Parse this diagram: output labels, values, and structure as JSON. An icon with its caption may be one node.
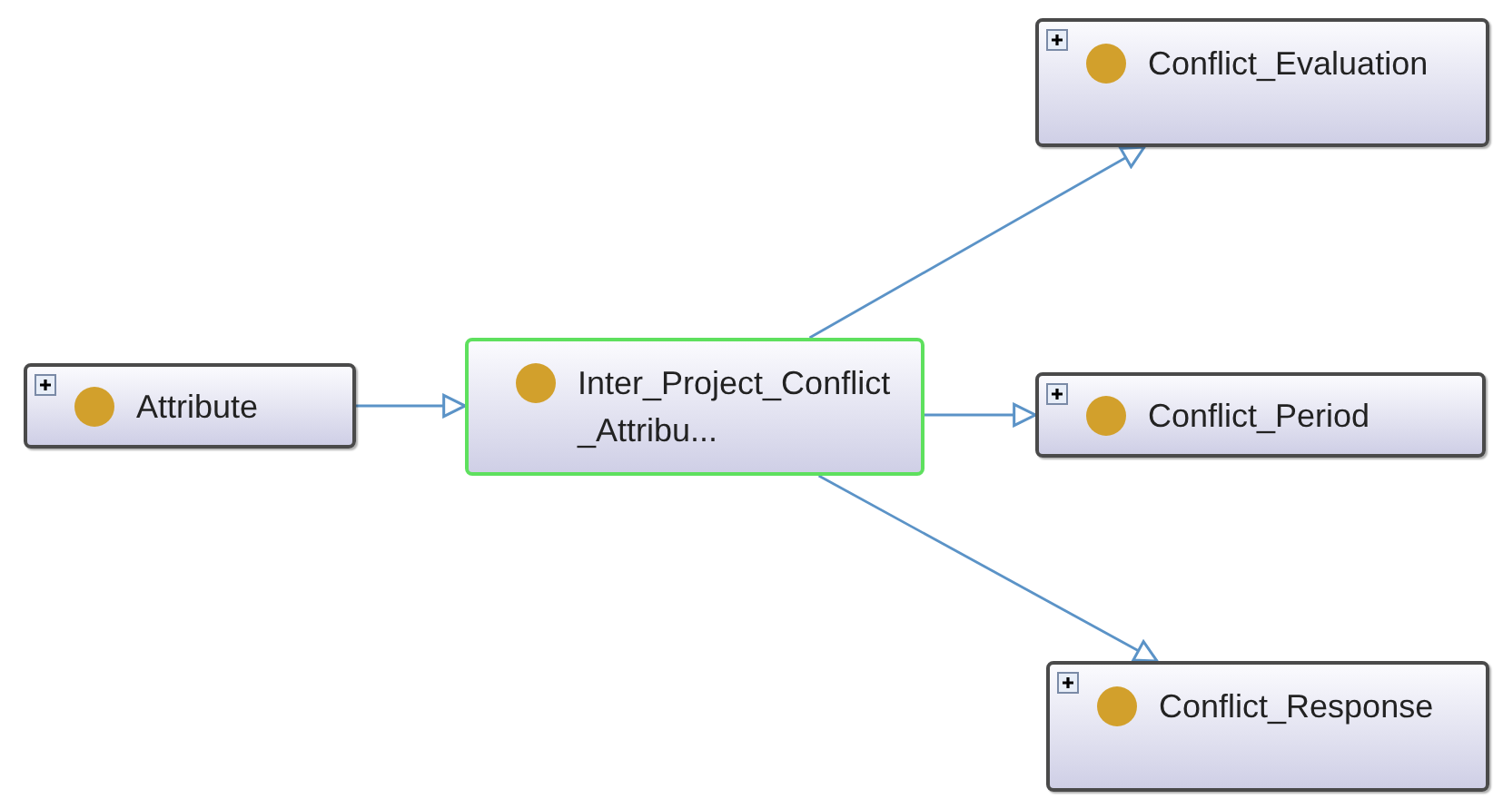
{
  "diagram": {
    "nodes": [
      {
        "text": [
          "Attribute"
        ]
      },
      {
        "text": [
          "Inter_Project_Conflict_Attribu..."
        ]
      },
      {
        "text": [
          "Conflict_Evaluation"
        ]
      },
      {
        "text": [
          "Conflict_Period"
        ]
      },
      {
        "text": [
          "Conflict_Response"
        ]
      }
    ],
    "edges": [
      {
        "from": 0,
        "to": 1,
        "arrow": "to"
      },
      {
        "from": 1,
        "to": 2,
        "arrow": "to"
      },
      {
        "from": 1,
        "to": 3,
        "arrow": "to"
      },
      {
        "from": 1,
        "to": 4,
        "arrow": "to"
      }
    ]
  }
}
